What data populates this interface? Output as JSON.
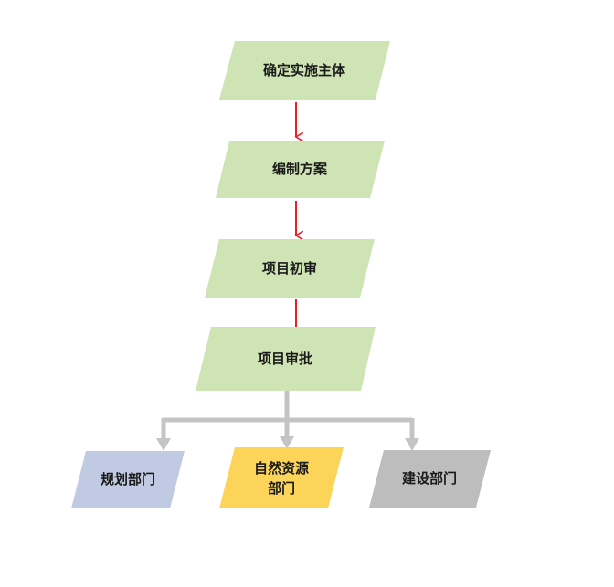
{
  "flow": {
    "step1": "确定实施主体",
    "step2": "编制方案",
    "step3": "项目初审",
    "step4": "项目审批"
  },
  "departments": {
    "planning": "规划部门",
    "natural_resources_line1": "自然资源",
    "natural_resources_line2": "部门",
    "construction": "建设部门"
  },
  "colors": {
    "step_fill": "#cfe4b4",
    "planning_fill": "#c0cbe3",
    "natural_resources_fill": "#fcd45a",
    "construction_fill": "#bdbdbd",
    "flow_arrow": "#ee1c24",
    "branch_arrow": "#c4c4c4"
  }
}
